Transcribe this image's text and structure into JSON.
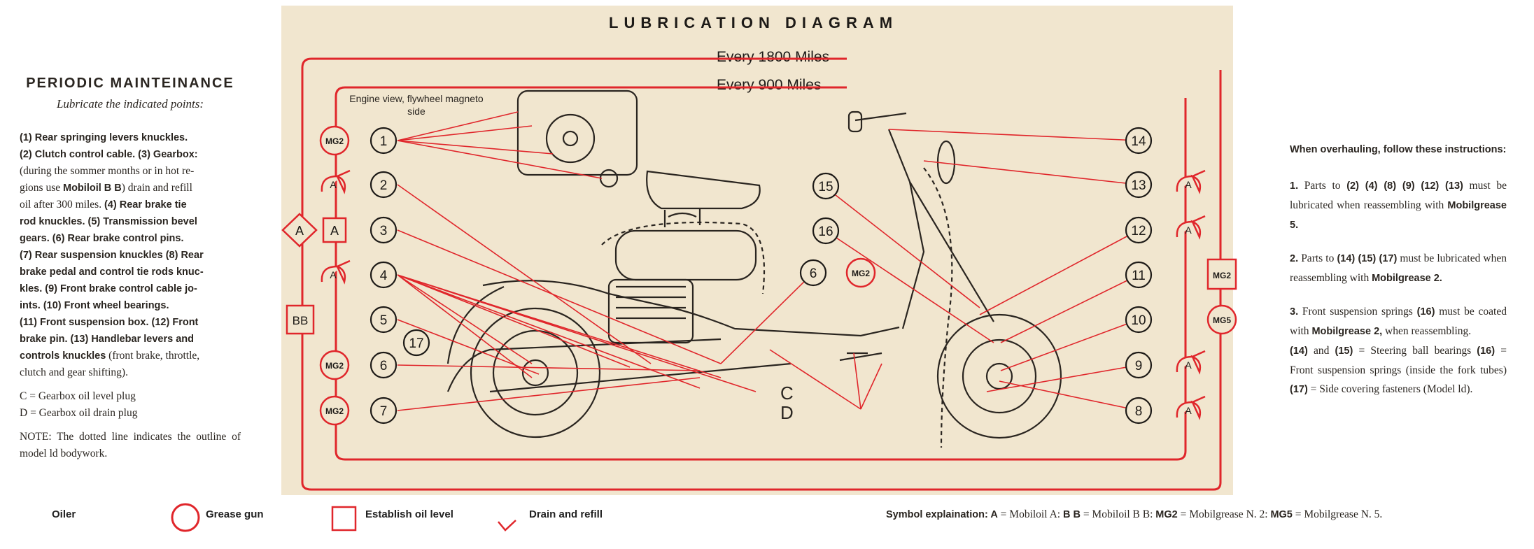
{
  "left_panel": {
    "title": "PERIODIC MAINTEINANCE",
    "subtitle": "Lubricate the indicated points:",
    "lines": [
      [
        [
          "b",
          "(1) Rear springing levers knuckles."
        ]
      ],
      [
        [
          "b",
          "(2) Clutch control cable. (3) Gearbox:"
        ]
      ],
      [
        [
          "t",
          "(during the sommer months or in hot re-"
        ]
      ],
      [
        [
          "t",
          "gions use "
        ],
        [
          "b",
          "Mobiloil B B"
        ],
        [
          "t",
          ") drain and refill"
        ]
      ],
      [
        [
          "t",
          "oil after 300 miles. "
        ],
        [
          "b",
          "(4) Rear brake tie"
        ]
      ],
      [
        [
          "b",
          "rod knuckles. (5) Transmission bevel"
        ]
      ],
      [
        [
          "b",
          "gears. (6) Rear brake control pins."
        ]
      ],
      [
        [
          "b",
          "(7) Rear suspension knuckles (8) Rear"
        ]
      ],
      [
        [
          "b",
          "brake pedal and control tie rods knuc-"
        ]
      ],
      [
        [
          "b",
          "kles. (9) Front brake control cable jo-"
        ]
      ],
      [
        [
          "b",
          "ints. (10) Front wheel bearings."
        ]
      ],
      [
        [
          "b",
          "(11) Front suspension box. (12) Front"
        ]
      ],
      [
        [
          "b",
          "brake pin. (13) Handlebar levers and"
        ]
      ],
      [
        [
          "b",
          "controls knuckles"
        ],
        [
          "t",
          " (front brake, throttle,"
        ]
      ],
      [
        [
          "t",
          "clutch and gear shifting)."
        ]
      ]
    ],
    "plug_c": "C = Gearbox oil level plug",
    "plug_d": "D = Gearbox oil drain plug",
    "note": "NOTE: The dotted line indicates the outline of model ld bodywork."
  },
  "right_panel": {
    "heading": "When overhauling, follow these instructions:",
    "item1": [
      [
        "b",
        "1."
      ],
      [
        "t",
        " Parts to "
      ],
      [
        "b",
        "(2) (4) (8) (9) (12) (13)"
      ],
      [
        "t",
        " must be lubricated when reassembling with "
      ],
      [
        "b",
        "Mobilgrease 5."
      ]
    ],
    "item2": [
      [
        "b",
        "2."
      ],
      [
        "t",
        " Parts to "
      ],
      [
        "b",
        "(14) (15) (17)"
      ],
      [
        "t",
        " must be lubricated when reassembling with "
      ],
      [
        "b",
        "Mobilgrease 2."
      ]
    ],
    "item3": [
      [
        "b",
        "3."
      ],
      [
        "t",
        " Front suspension springs "
      ],
      [
        "b",
        "(16)"
      ],
      [
        "t",
        " must be coated with "
      ],
      [
        "b",
        "Mobilgrease 2,"
      ],
      [
        "t",
        " when reassembling."
      ]
    ],
    "item4": [
      [
        "b",
        "(14)"
      ],
      [
        "t",
        " and "
      ],
      [
        "b",
        "(15)"
      ],
      [
        "t",
        " = Steering ball bearings "
      ],
      [
        "b",
        "(16)"
      ],
      [
        "t",
        " = Front suspension springs (inside the fork tubes) "
      ],
      [
        "b",
        "(17)"
      ],
      [
        "t",
        " = Side covering fasteners (Model ld)."
      ]
    ]
  },
  "diagram": {
    "title": "LUBRICATION DIAGRAM",
    "interval_1": "Every 1800 Miles",
    "interval_2": "Every 900 Miles",
    "engine_view": "Engine view, flywheel magneto side",
    "letter_c": "C",
    "letter_d": "D",
    "left_callouts": [
      "1",
      "2",
      "3",
      "4",
      "5",
      "6",
      "7"
    ],
    "right_callouts": [
      "14",
      "13",
      "12",
      "11",
      "10",
      "9",
      "8"
    ],
    "center_callouts": [
      "15",
      "16",
      "6",
      "17"
    ],
    "left_symbols": [
      "MG2",
      "A",
      "A",
      "A",
      "MG2",
      "MG2"
    ],
    "right_symbols": [
      "A",
      "A",
      "MG2",
      "MG5",
      "A",
      "A"
    ],
    "side_symbols": [
      "A",
      "BB"
    ],
    "center_symbol": "MG2",
    "accent_color": "#e0262b",
    "paper_color": "#f1e6cf",
    "ink_color": "#1d1a17"
  },
  "legend": {
    "oiler": "Oiler",
    "grease_gun": "Grease gun",
    "establish_oil": "Establish oil level",
    "drain_refill": "Drain and refill",
    "symbol_line": [
      [
        "b",
        "Symbol explaination: A"
      ],
      [
        "t",
        " = Mobiloil A: "
      ],
      [
        "b",
        "B B"
      ],
      [
        "t",
        " = Mobiloil B B: "
      ],
      [
        "b",
        "MG2"
      ],
      [
        "t",
        " = Mobilgrease N. 2: "
      ],
      [
        "b",
        "MG5"
      ],
      [
        "t",
        " = Mobilgrease N. 5."
      ]
    ]
  }
}
